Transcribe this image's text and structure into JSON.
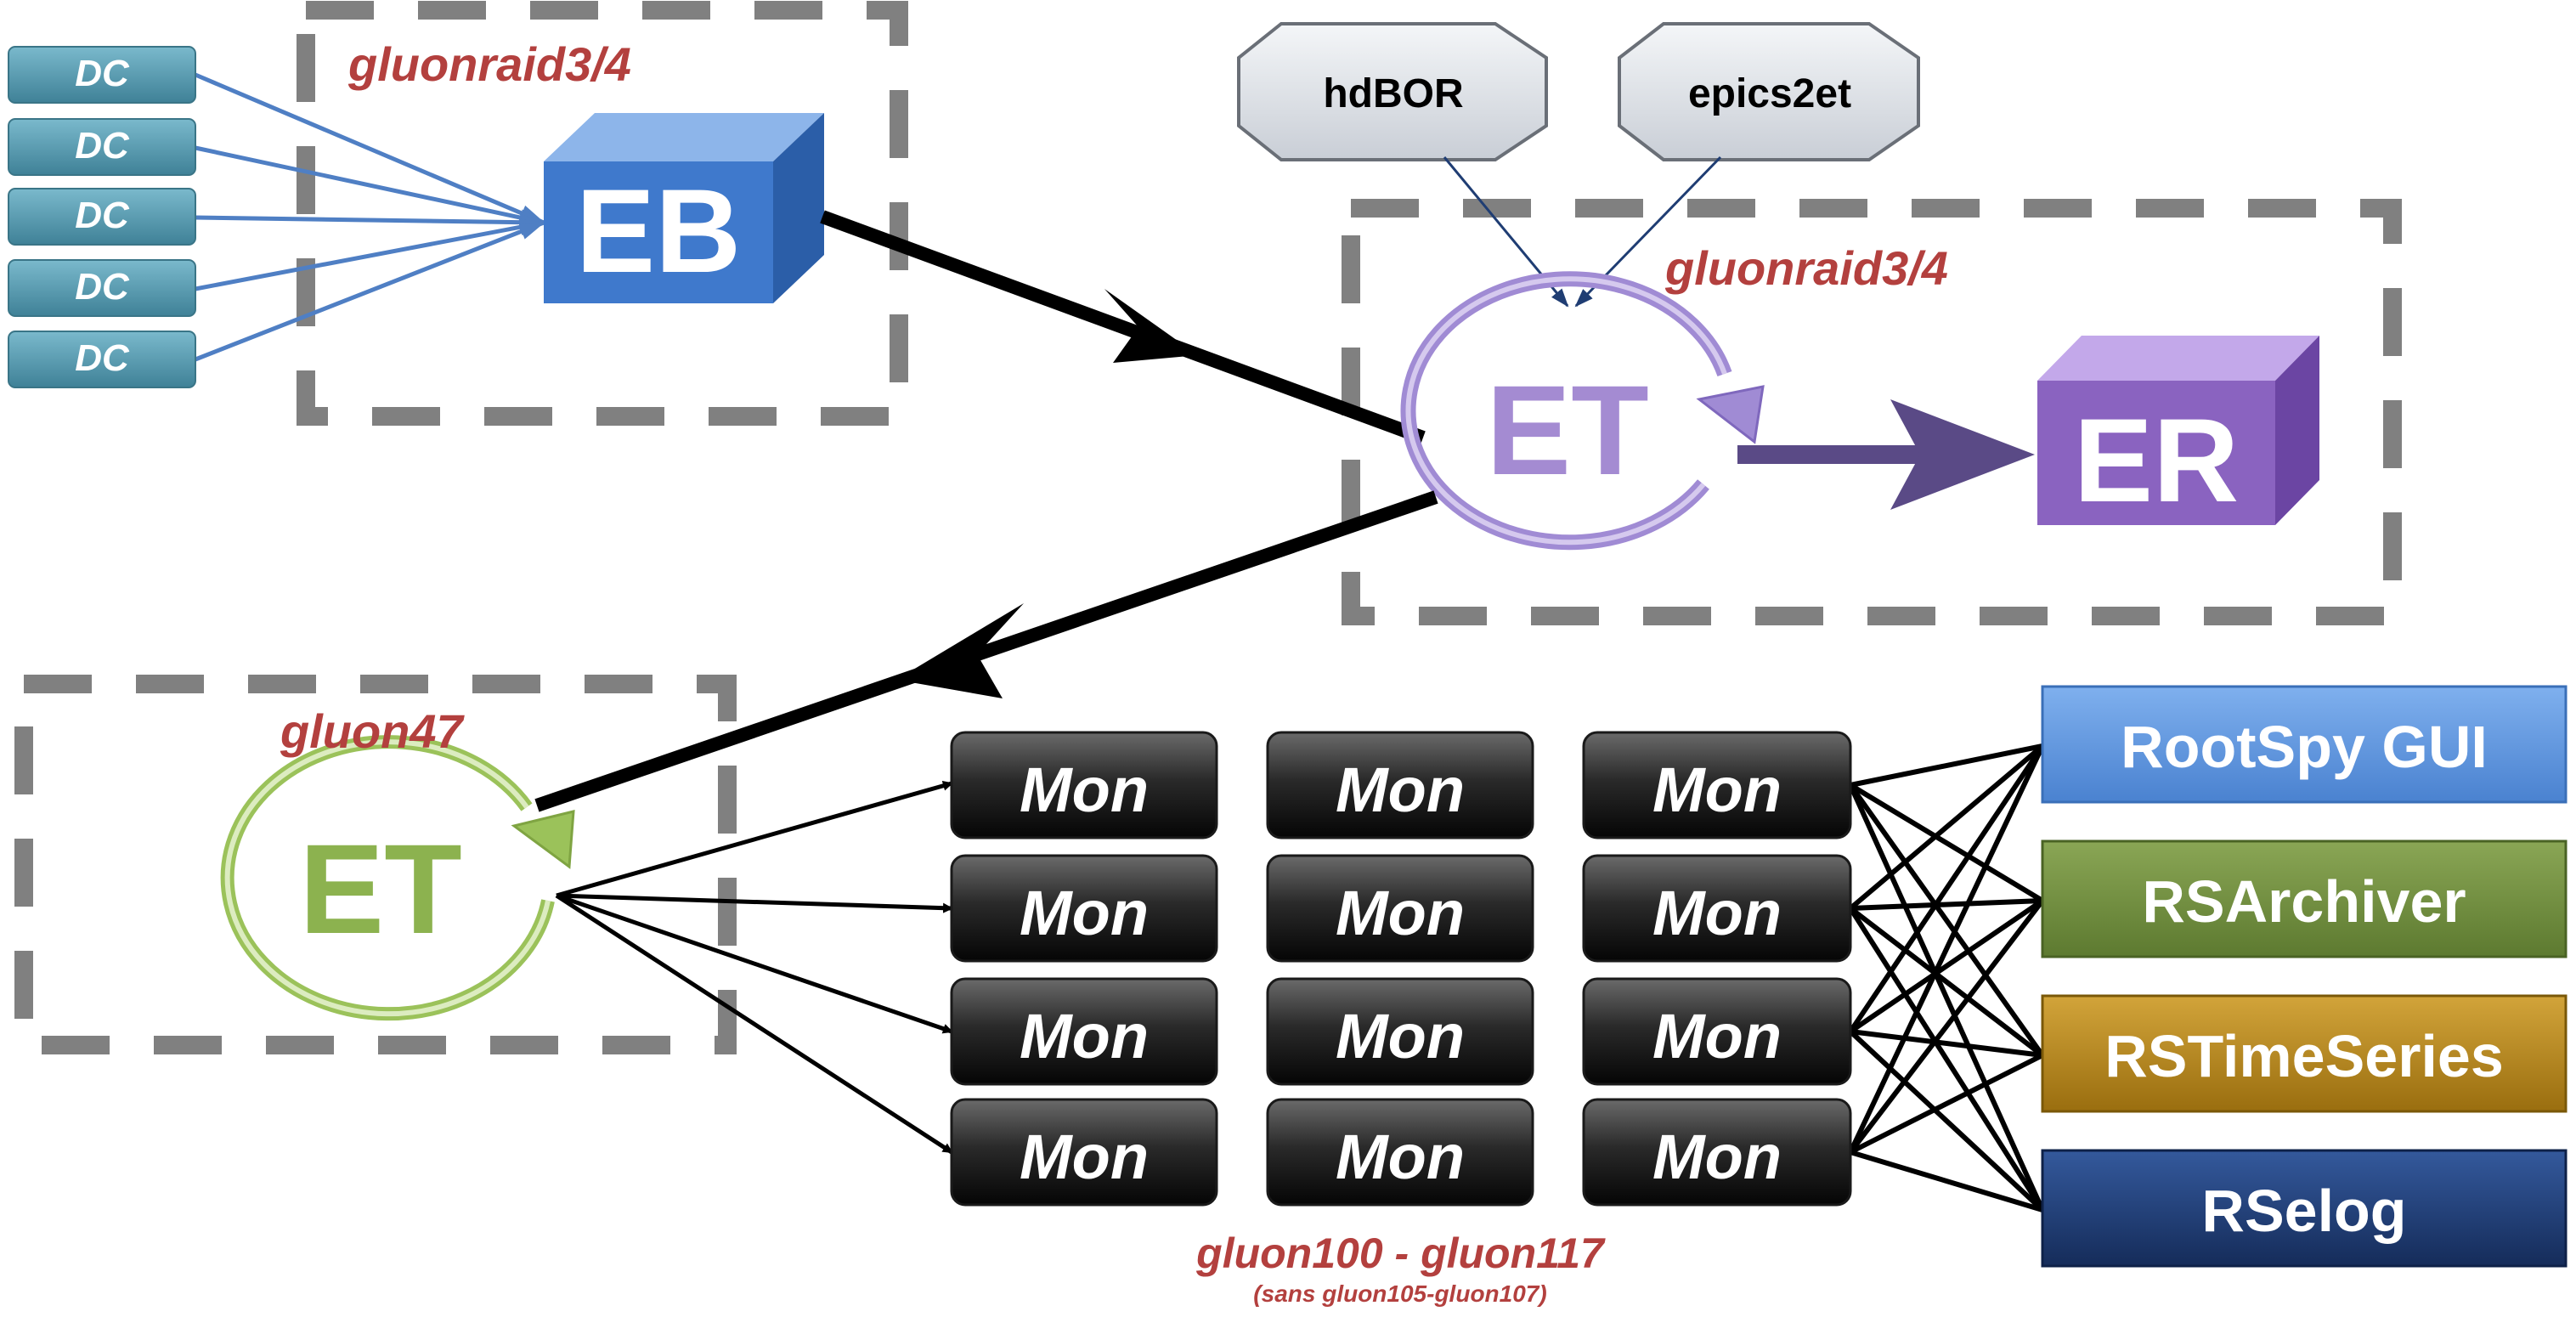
{
  "dc_boxes": [
    "DC",
    "DC",
    "DC",
    "DC",
    "DC"
  ],
  "event_builder": {
    "label": "EB",
    "host": "gluonraid3/4"
  },
  "event_transfer_main": {
    "label": "ET",
    "host": "gluonraid3/4"
  },
  "event_recorder": {
    "label": "ER"
  },
  "producers": {
    "hdbor": "hdBOR",
    "epics2et": "epics2et"
  },
  "event_transfer_mon": {
    "label": "ET",
    "host": "gluon47"
  },
  "monitors": {
    "label": "Mon",
    "host_range": "gluon100 - gluon117",
    "host_note": "(sans gluon105-gluon107)"
  },
  "gui_apps": [
    "RootSpy GUI",
    "RSArchiver",
    "RSTimeSeries",
    "RSelog"
  ],
  "colors": {
    "dc": "#4f95ab",
    "eb": "#3f79cc",
    "et_main": "#9d86cf",
    "er": "#8a63c0",
    "et_mon": "#8cb24f",
    "host_label": "#b3403e",
    "dash": "#808080",
    "rootspy": "#5b93dd",
    "rsarchiver": "#6f8c3e",
    "rstimeseries": "#b78a1a",
    "rselog": "#1f3f78"
  }
}
